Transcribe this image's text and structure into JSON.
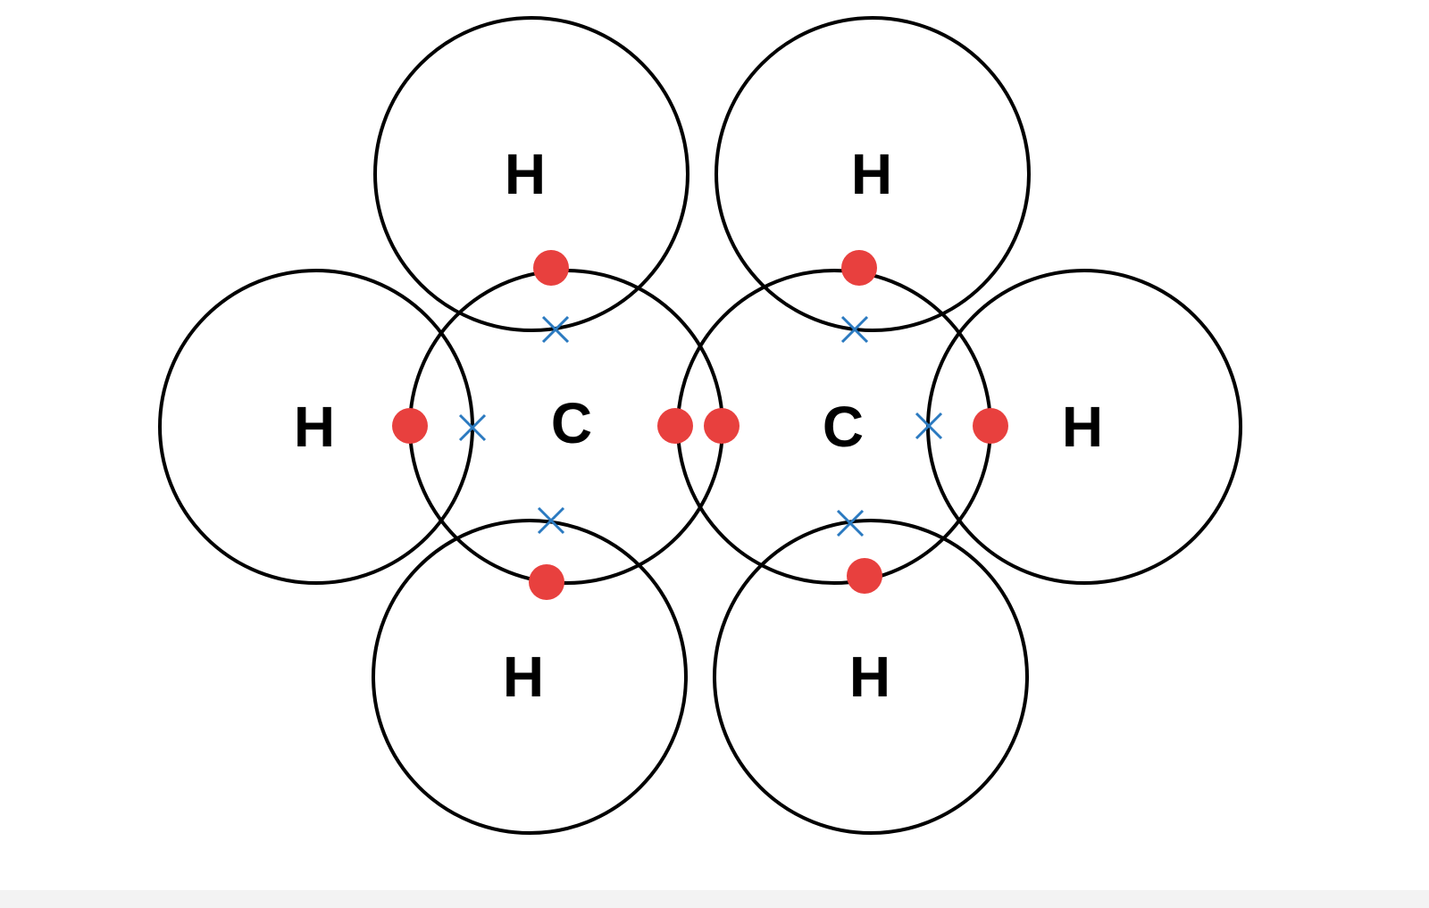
{
  "colors": {
    "dot_electron": "#e8403e",
    "cross_electron": "#2b7ac0",
    "shell_stroke": "#000000",
    "background": "#ffffff"
  },
  "atoms": [
    {
      "id": "h-top-left",
      "label": "H"
    },
    {
      "id": "h-top-right",
      "label": "H"
    },
    {
      "id": "h-left",
      "label": "H"
    },
    {
      "id": "c-left",
      "label": "C"
    },
    {
      "id": "c-right",
      "label": "C"
    },
    {
      "id": "h-right",
      "label": "H"
    },
    {
      "id": "h-bottom-left",
      "label": "H"
    },
    {
      "id": "h-bottom-right",
      "label": "H"
    }
  ],
  "electron_symbols": {
    "dot": "dot-electron-icon",
    "cross": "cross-electron-icon"
  },
  "electron_counts": {
    "dots": 8,
    "crosses": 6
  }
}
